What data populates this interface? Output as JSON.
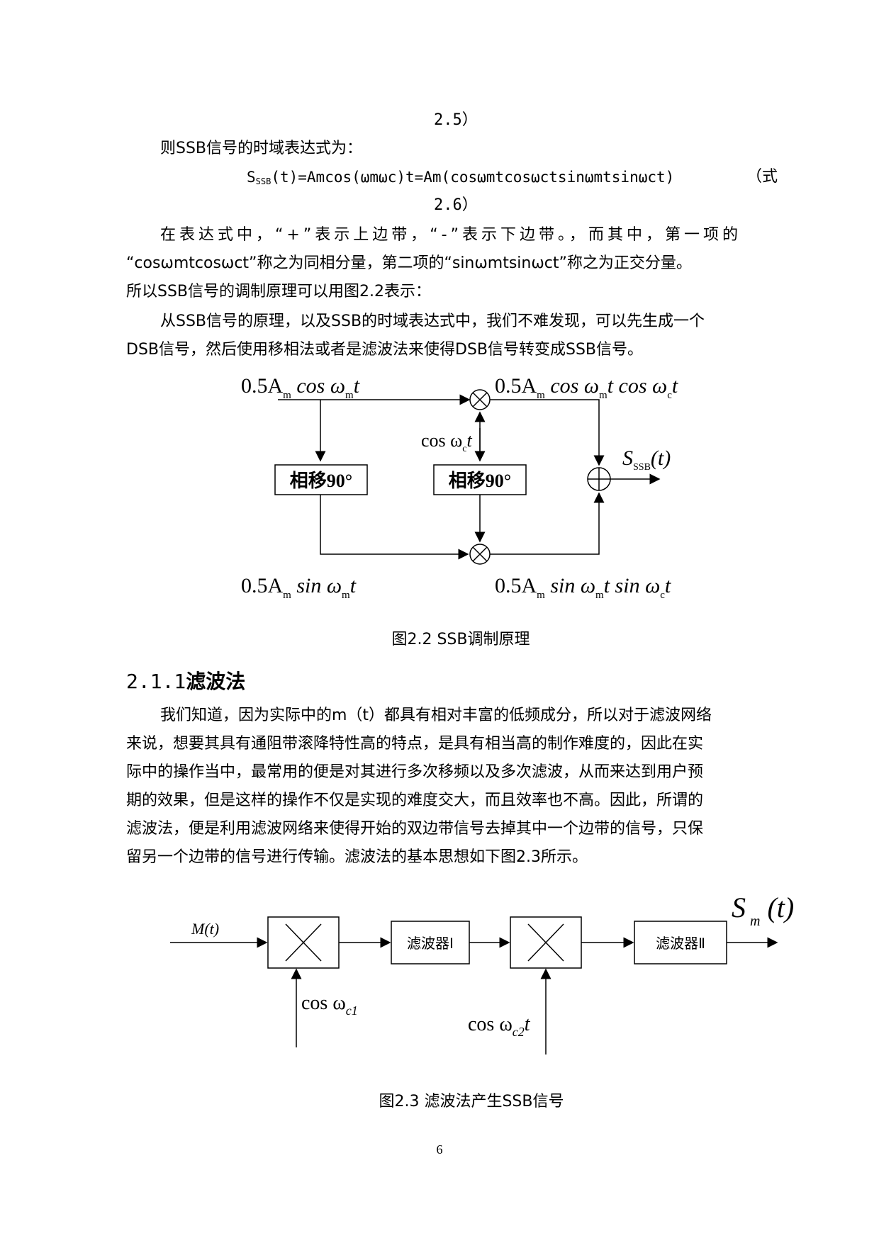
{
  "top_lines": {
    "eq_num_25": "2.5）",
    "intro": "则SSB信号的时域表达式为：",
    "formula_S": "S",
    "formula_sub": "SSB",
    "formula_rest": "(t)=Amcos(ωmωc)t=Am(cosωmtcosωctsinωmtsinωct)",
    "formula_tag": "（式",
    "eq_num_26": "2.6）"
  },
  "paragraph1": {
    "lines": [
      "在表达式中，“+”表示上边带，“-”表示下边带。，而其中，第一项的",
      "“cosωmtcosωct”称之为同相分量，第二项的“sinωmtsinωct”称之为正交分量。",
      "所以SSB信号的调制原理可以用图2.2表示："
    ]
  },
  "paragraph2": {
    "lines": [
      "从SSB信号的原理，以及SSB的时域表达式中，我们不难发现，可以先生成一个",
      "DSB信号，然后使用移相法或者是滤波法来使得DSB信号转变成SSB信号。"
    ]
  },
  "figure1": {
    "input_top": "0.5A",
    "input_top_sub1": "m",
    "input_top_rest": " cos ω",
    "input_top_sub2": "m",
    "input_top_t": "t",
    "output_top": "0.5A",
    "output_top_rest": " cos ω",
    "output_top_t": "t cos ω",
    "output_top_sub3": "c",
    "output_top_t2": "t",
    "carrier": "cos ω",
    "carrier_sub": "c",
    "carrier_t": "t",
    "phase_box_1": "相移90°",
    "phase_box_2": "相移90°",
    "output_S": "S",
    "output_S_sub": "SSB",
    "output_S_t": "(t)",
    "input_bottom": "0.5A",
    "input_bottom_rest": " sin ω",
    "output_bottom": "0.5A",
    "output_bottom_rest": " sin ω",
    "output_bottom_t": "t sin ω",
    "caption": "图2.2 SSB调制原理"
  },
  "section": {
    "heading_num": "2.1.1",
    "heading_text": "滤波法"
  },
  "paragraph3": {
    "lines": [
      "我们知道，因为实际中的m（t）都具有相对丰富的低频成分，所以对于滤波网络",
      "来说，想要其具有通阻带滚降特性高的特点，是具有相当高的制作难度的，因此在实",
      "际中的操作当中，最常用的便是对其进行多次移频以及多次滤波，从而来达到用户预",
      "期的效果，但是这样的操作不仅是实现的难度交大，而且效率也不高。因此，所谓的",
      "滤波法，便是利用滤波网络来使得开始的双边带信号去掉其中一个边带的信号，只保",
      "留另一个边带的信号进行传输。滤波法的基本思想如下图2.3所示。"
    ]
  },
  "figure2": {
    "input": "M(t)",
    "filter1": "滤波器Ⅰ",
    "filter2": "滤波器Ⅱ",
    "carrier1": "cos ω",
    "carrier1_sub": "c1",
    "carrier2": "cos ω",
    "carrier2_sub": "c2",
    "carrier2_t": "t",
    "output": "S",
    "output_sub": "m",
    "output_t": "(t)",
    "caption": "图2.3 滤波法产生SSB信号"
  },
  "page_number": "6"
}
